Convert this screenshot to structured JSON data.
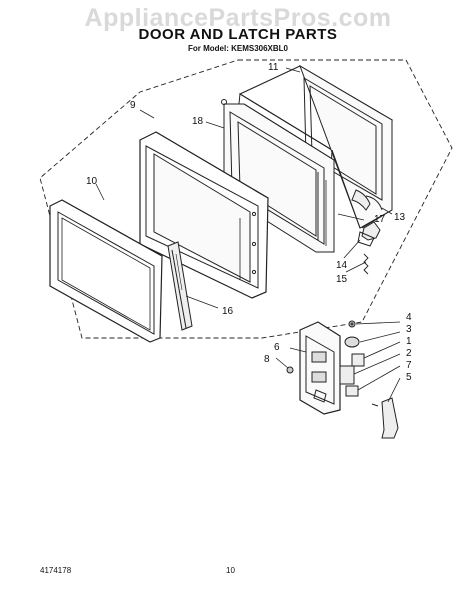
{
  "watermark": "AppliancePartsPros.com",
  "title": "DOOR AND LATCH PARTS",
  "subtitle": "For Model: KEMS306XBL0",
  "footer": {
    "doc_number": "4174178",
    "page": "10"
  },
  "callouts": [
    "11",
    "9",
    "18",
    "10",
    "17",
    "13",
    "14",
    "15",
    "16",
    "4",
    "3",
    "6",
    "1",
    "8",
    "2",
    "7",
    "5"
  ]
}
